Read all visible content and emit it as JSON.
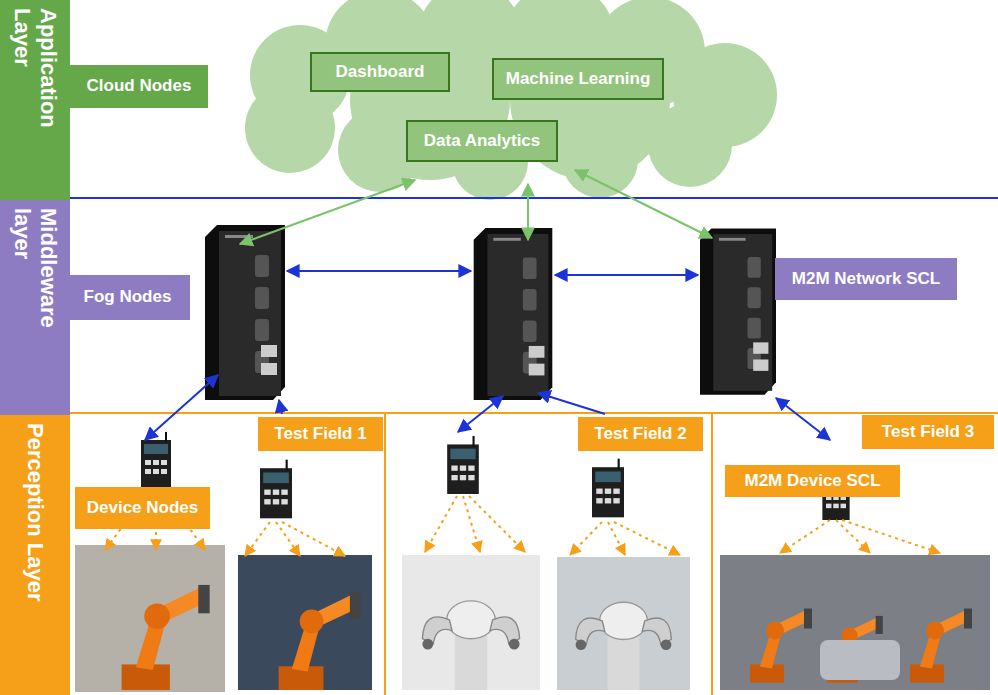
{
  "diagram": {
    "nodes": [
      {
        "text": [
          "Application Layer"
        ]
      },
      {
        "text": [
          "Cloud Nodes"
        ]
      },
      {
        "text": [
          "Dashboard"
        ]
      },
      {
        "text": [
          "Machine Learning"
        ]
      },
      {
        "text": [
          "Data Analytics"
        ]
      },
      {
        "text": [
          "Middleware layer"
        ]
      },
      {
        "text": [
          "Fog Nodes"
        ]
      },
      {
        "text": [
          "M2M Network SCL"
        ]
      },
      {
        "text": [
          "Perception Layer"
        ]
      },
      {
        "text": [
          "Device Nodes"
        ]
      },
      {
        "text": [
          "Test Field 1"
        ]
      },
      {
        "text": [
          "Test Field 2"
        ]
      },
      {
        "text": [
          "Test Field 3"
        ]
      },
      {
        "text": [
          "M2M Device SCL"
        ]
      }
    ]
  }
}
